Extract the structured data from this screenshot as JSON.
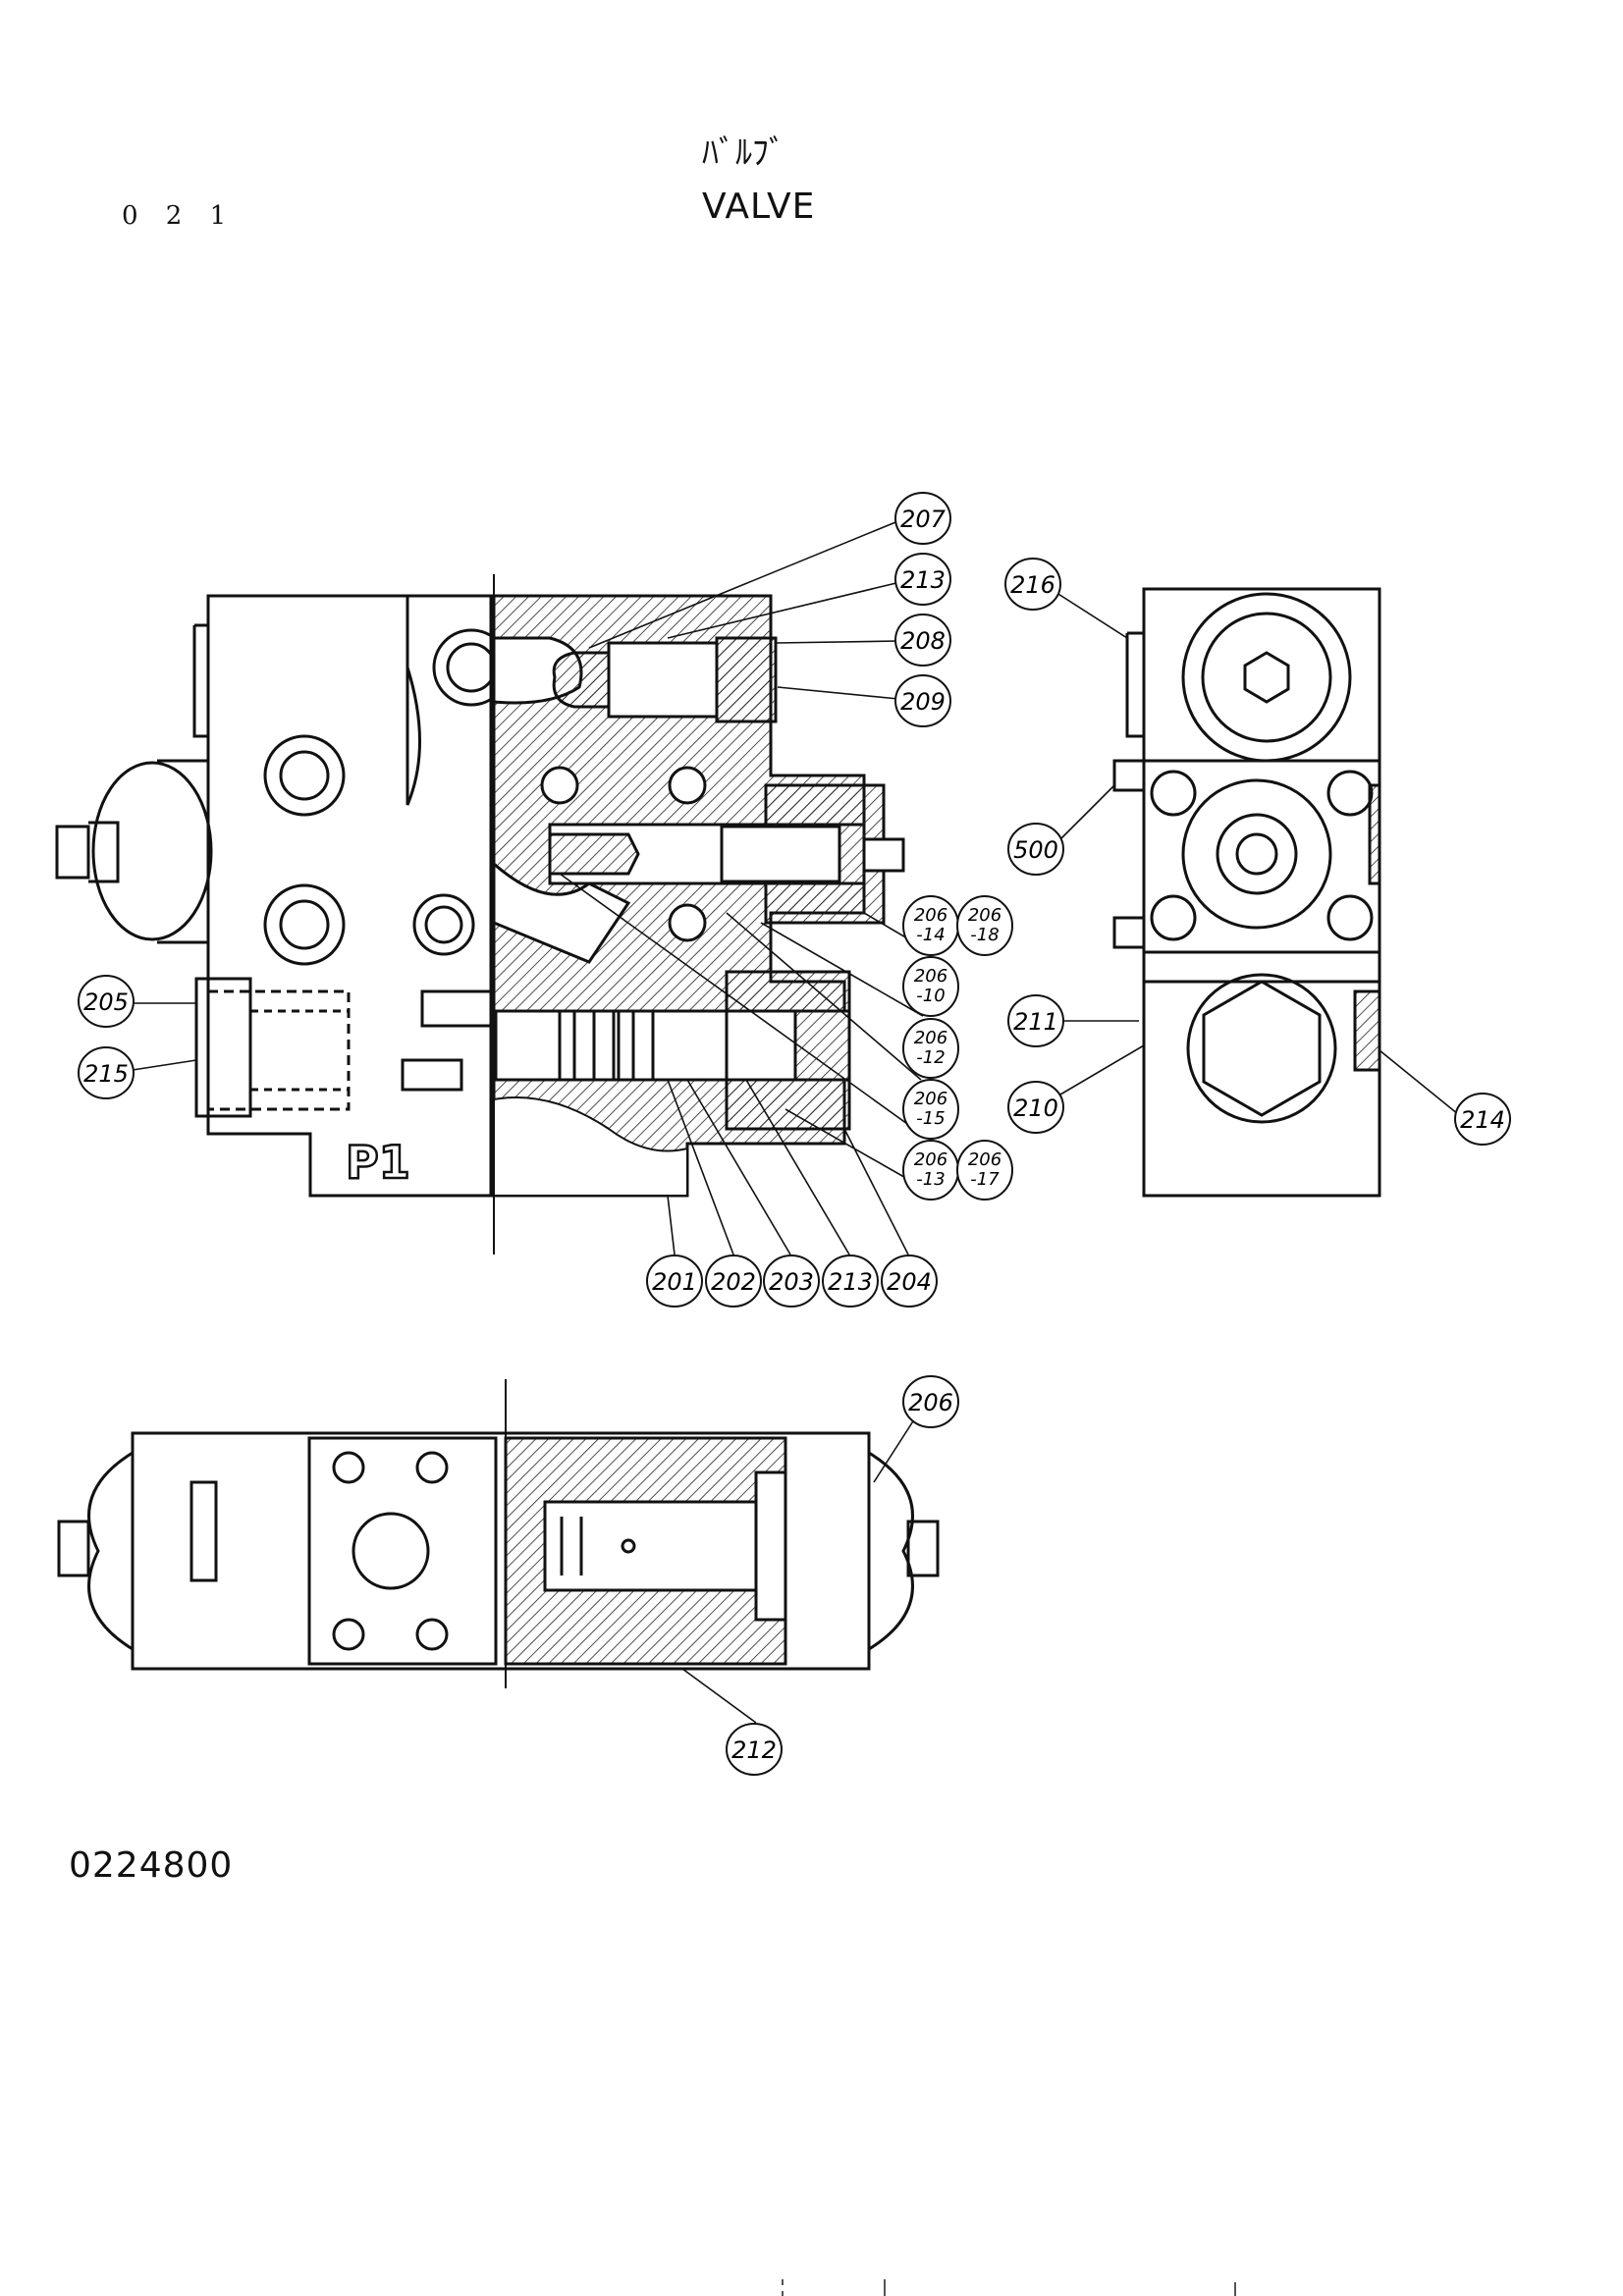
{
  "header": {
    "page_number": "0 2 1",
    "title_ja": "ﾊﾞﾙﾌﾞ",
    "title_en": "VALVE"
  },
  "footer": {
    "drawing_code": "0224800"
  },
  "port_marking": "P1",
  "callouts": [
    {
      "id": "c207",
      "label": "207"
    },
    {
      "id": "c213a",
      "label": "213"
    },
    {
      "id": "c208",
      "label": "208"
    },
    {
      "id": "c209",
      "label": "209"
    },
    {
      "id": "c216",
      "label": "216"
    },
    {
      "id": "c500",
      "label": "500"
    },
    {
      "id": "c205",
      "label": "205"
    },
    {
      "id": "c215",
      "label": "215"
    },
    {
      "id": "c206_14",
      "label": "206",
      "sub": "-14"
    },
    {
      "id": "c206_18",
      "label": "206",
      "sub": "-18"
    },
    {
      "id": "c206_10",
      "label": "206",
      "sub": "-10"
    },
    {
      "id": "c206_12",
      "label": "206",
      "sub": "-12"
    },
    {
      "id": "c211",
      "label": "211"
    },
    {
      "id": "c210",
      "label": "210"
    },
    {
      "id": "c214",
      "label": "214"
    },
    {
      "id": "c206_15",
      "label": "206",
      "sub": "-15"
    },
    {
      "id": "c206_13",
      "label": "206",
      "sub": "-13"
    },
    {
      "id": "c206_17",
      "label": "206",
      "sub": "-17"
    },
    {
      "id": "c201",
      "label": "201"
    },
    {
      "id": "c202",
      "label": "202"
    },
    {
      "id": "c203",
      "label": "203"
    },
    {
      "id": "c213b",
      "label": "213"
    },
    {
      "id": "c204",
      "label": "204"
    },
    {
      "id": "c206",
      "label": "206"
    },
    {
      "id": "c212",
      "label": "212"
    }
  ]
}
